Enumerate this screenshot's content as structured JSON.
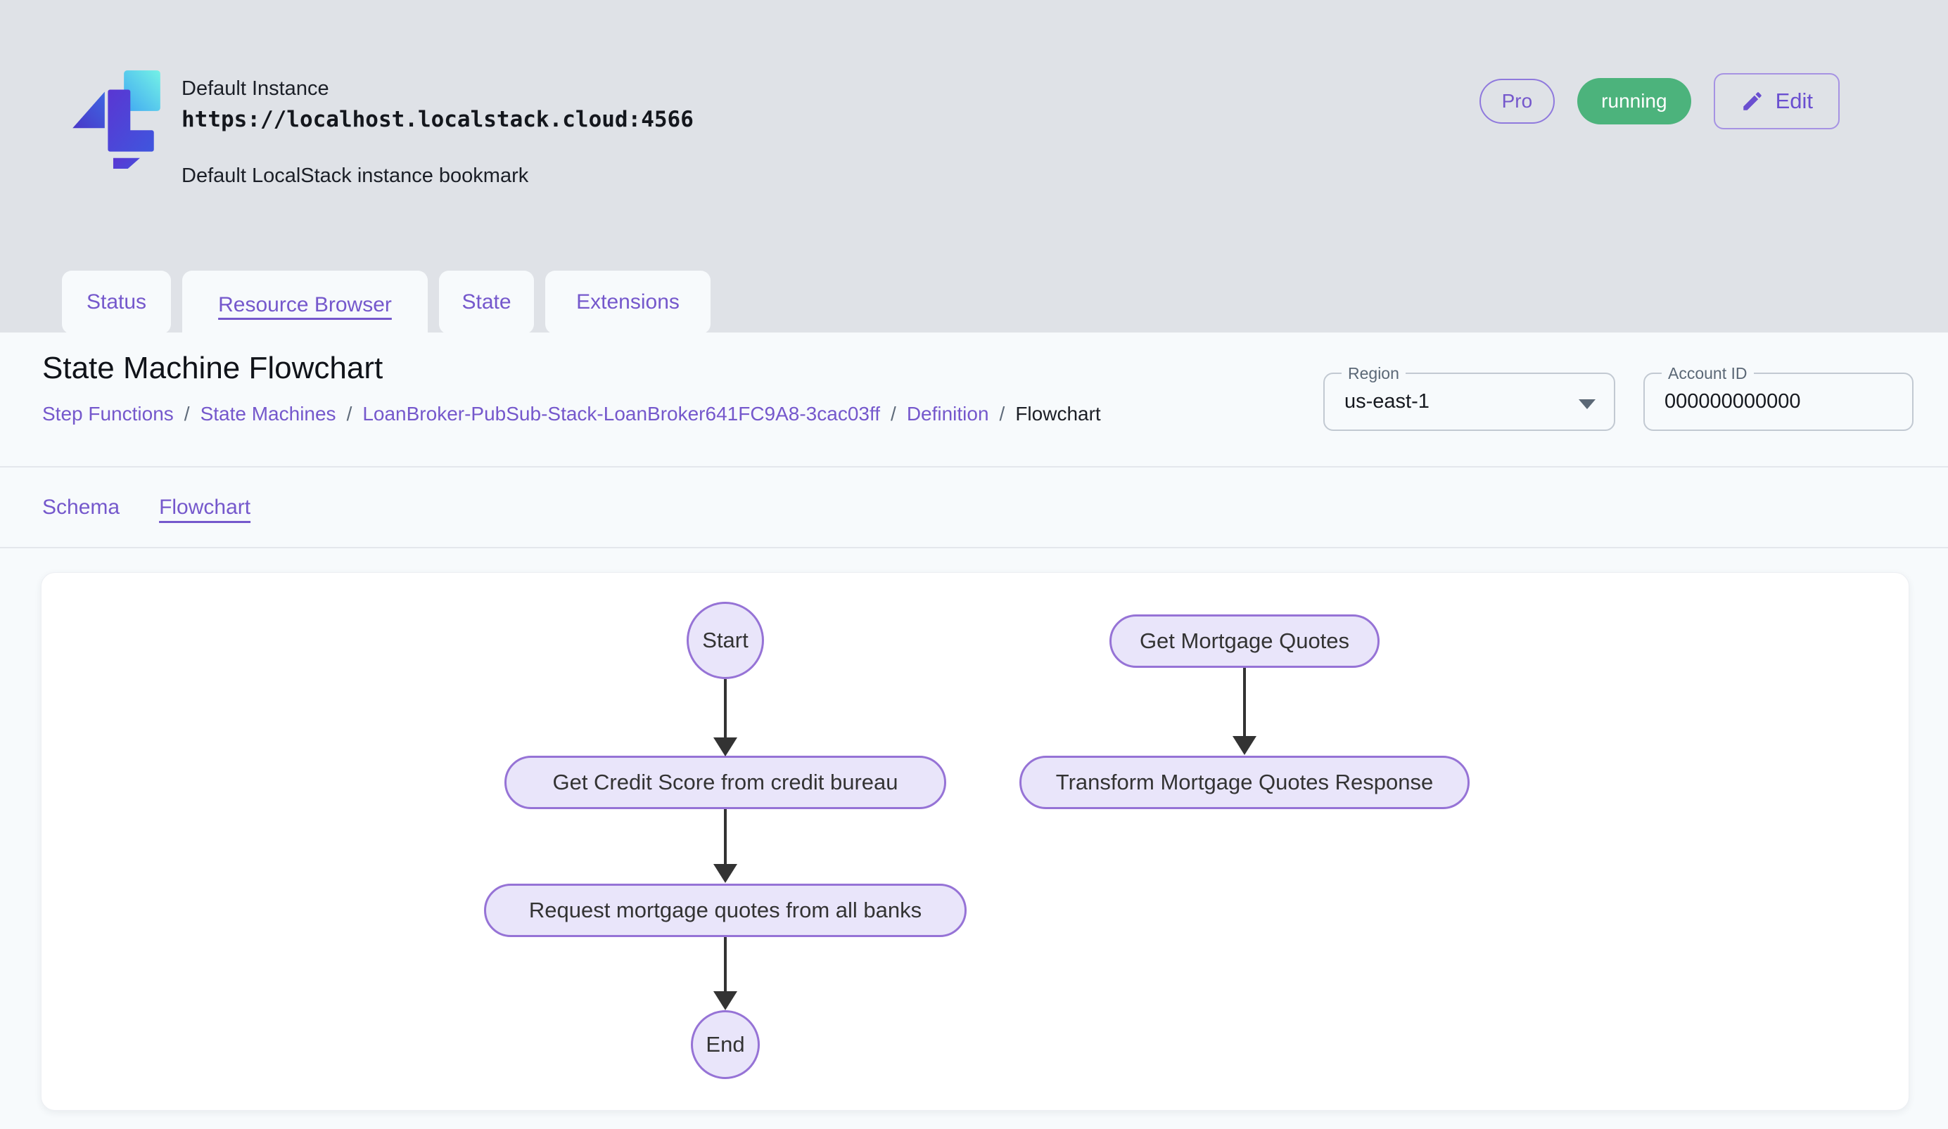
{
  "header": {
    "instance_name": "Default Instance",
    "instance_url": "https://localhost.localstack.cloud:4566",
    "instance_description": "Default LocalStack instance bookmark",
    "pro_badge": "Pro",
    "status_badge": "running",
    "edit_button": "Edit"
  },
  "tabs": [
    {
      "label": "Status",
      "active": false
    },
    {
      "label": "Resource Browser",
      "active": true
    },
    {
      "label": "State",
      "active": false
    },
    {
      "label": "Extensions",
      "active": false
    }
  ],
  "page": {
    "title": "State Machine Flowchart",
    "breadcrumb_separator": "/",
    "breadcrumb": [
      {
        "label": "Step Functions"
      },
      {
        "label": "State Machines"
      },
      {
        "label": "LoanBroker-PubSub-Stack-LoanBroker641FC9A8-3cac03ff"
      },
      {
        "label": "Definition"
      },
      {
        "label": "Flowchart"
      }
    ],
    "region_field": {
      "label": "Region",
      "value": "us-east-1"
    },
    "account_field": {
      "label": "Account ID",
      "value": "000000000000"
    },
    "subtabs": [
      {
        "label": "Schema",
        "active": false
      },
      {
        "label": "Flowchart",
        "active": true
      }
    ]
  },
  "flowchart": {
    "nodes": [
      {
        "id": "start",
        "label": "Start",
        "shape": "circle"
      },
      {
        "id": "credit",
        "label": "Get Credit Score from credit bureau",
        "shape": "stadium"
      },
      {
        "id": "request",
        "label": "Request mortgage quotes from all banks",
        "shape": "stadium"
      },
      {
        "id": "end",
        "label": "End",
        "shape": "circle"
      },
      {
        "id": "quotes",
        "label": "Get Mortgage Quotes",
        "shape": "stadium"
      },
      {
        "id": "transform",
        "label": "Transform Mortgage Quotes Response",
        "shape": "stadium"
      }
    ],
    "edges": [
      {
        "from": "start",
        "to": "credit"
      },
      {
        "from": "credit",
        "to": "request"
      },
      {
        "from": "request",
        "to": "end"
      },
      {
        "from": "quotes",
        "to": "transform"
      }
    ],
    "node_fill": "#e9e5fa",
    "node_border": "#9673d6",
    "edge_color": "#333333"
  },
  "colors": {
    "header_background": "#dfe2e7",
    "panel_background": "#f7fafc",
    "accent_purple": "#7558cc",
    "status_green": "#4cb37c"
  }
}
